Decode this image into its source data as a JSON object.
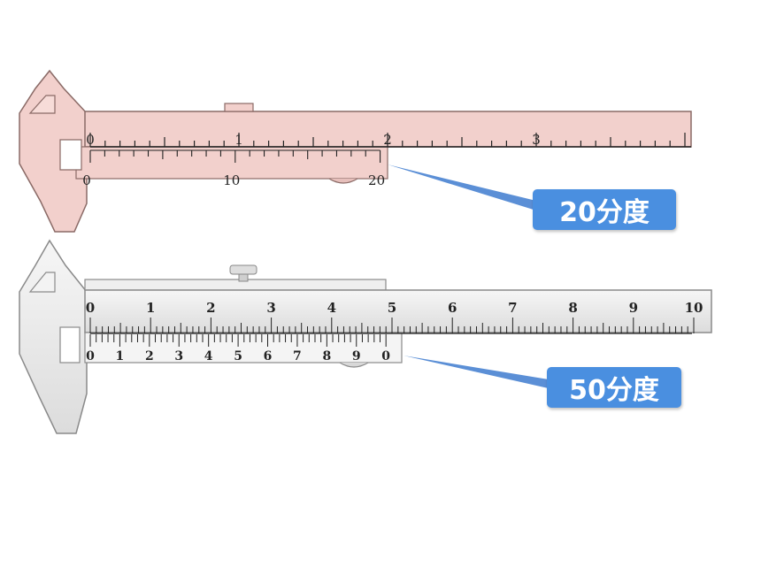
{
  "colors": {
    "caliper_pink_fill": "#f2d0cc",
    "caliper_pink_stroke": "#8a6a66",
    "caliper_gray_fill": "#ececec",
    "caliper_gray_stroke": "#8a8a8a",
    "callout_fill": "#4a8fe0",
    "pointer_line": "#5b8fd6"
  },
  "caliper_20": {
    "main_scale_labels": [
      "0",
      "1",
      "2",
      "3"
    ],
    "vernier_labels": [
      "0",
      "10",
      "20"
    ],
    "callout": "20分度"
  },
  "caliper_50": {
    "main_scale_labels": [
      "0",
      "1",
      "2",
      "3",
      "4",
      "5",
      "6",
      "7",
      "8",
      "9",
      "10"
    ],
    "vernier_labels": [
      "0",
      "1",
      "2",
      "3",
      "4",
      "5",
      "6",
      "7",
      "8",
      "9",
      "0"
    ],
    "callout": "50分度"
  }
}
